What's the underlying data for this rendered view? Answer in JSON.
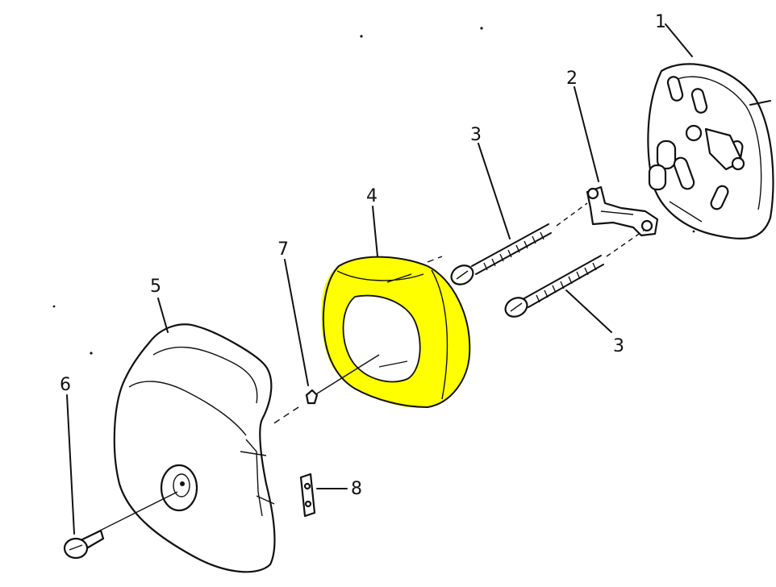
{
  "diagram": {
    "labels": {
      "part1": "1",
      "part2": "2",
      "part3_upper": "3",
      "part3_lower": "3",
      "part4": "4",
      "part5": "5",
      "part6": "6",
      "part7": "7",
      "part8": "8"
    },
    "highlight_color": "#ffff00"
  }
}
